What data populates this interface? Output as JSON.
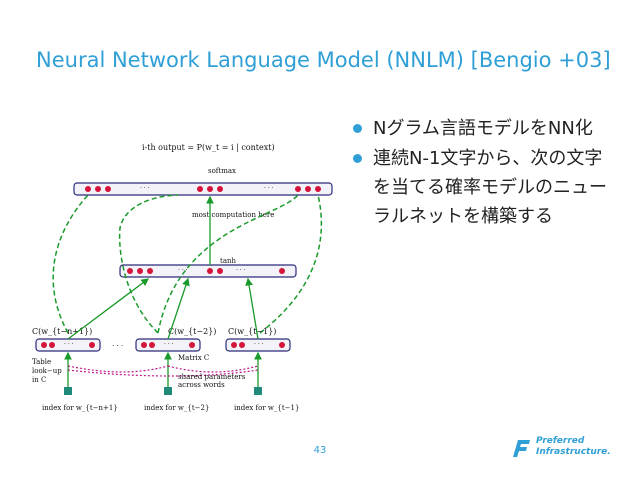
{
  "slide": {
    "title": "Neural Network Language Model (NNLM) [Bengio +03]",
    "bullets": [
      "Nグラム言語モデルをNN化",
      "連続N-1文字から、次の文字を当てる確率モデルのニューラルネットを構築する"
    ],
    "page_number": "43"
  },
  "diagram": {
    "output_label": "i-th output = P(w_t = i | context)",
    "softmax_label": "softmax",
    "computation_label": "most computation here",
    "tanh_label": "tanh",
    "c_labels": [
      "C(w_{t−n+1})",
      "C(w_{t−2})",
      "C(w_{t−1})"
    ],
    "matrix_label": "Matrix C",
    "table_label": "Table look−up in C",
    "shared_label": "shared parameters across words",
    "index_labels": [
      "index for w_{t−n+1}",
      "index for w_{t−2}",
      "index for w_{t−1}"
    ],
    "ellipsis": ". . .",
    "colors": {
      "neuron": "#d4143a",
      "layer_border": "#2b2b7a",
      "green": "#1a9a2a",
      "magenta": "#c0188a",
      "teal": "#1f8a7a"
    }
  },
  "logo": {
    "line1": "Preferred",
    "line2": "Infrastructure."
  }
}
